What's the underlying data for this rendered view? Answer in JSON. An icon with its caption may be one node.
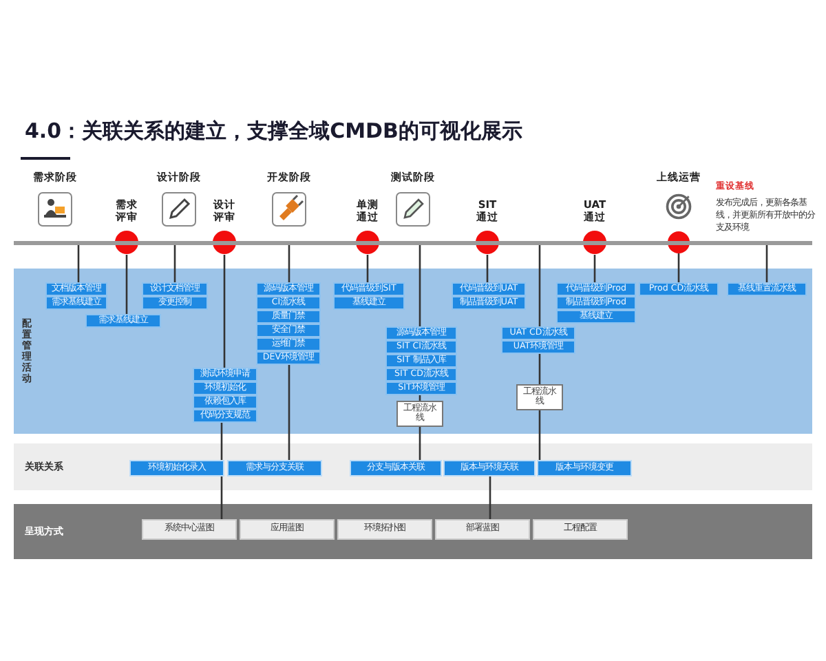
{
  "diagram": {
    "title": "4.0：关联关系的建立，支撑全域CMDB的可视化展示",
    "nodes": [
      {
        "text": [
          "需求阶段"
        ]
      },
      {
        "text": [
          "需求评审"
        ]
      },
      {
        "text": [
          "设计阶段"
        ]
      },
      {
        "text": [
          "设计评审"
        ]
      },
      {
        "text": [
          "开发阶段"
        ]
      },
      {
        "text": [
          "单测通过"
        ]
      },
      {
        "text": [
          "测试阶段"
        ]
      },
      {
        "text": [
          "SIT通过"
        ]
      },
      {
        "text": [
          "UAT通过"
        ]
      },
      {
        "text": [
          "上线运营"
        ]
      },
      {
        "text": [],
        "shape": "circle"
      },
      {
        "text": [],
        "shape": "bar"
      },
      {
        "text": [
          "配置管理活动"
        ]
      },
      {
        "text": [
          "文档版本管理"
        ],
        "in": 12
      },
      {
        "text": [
          "需求基线建立"
        ],
        "in": 12
      },
      {
        "text": [
          "需求基线建立"
        ],
        "in": 12
      },
      {
        "text": [
          "设计文档管理"
        ],
        "in": 12
      },
      {
        "text": [
          "变更控制"
        ],
        "in": 12
      },
      {
        "text": [
          "测试环境申请"
        ],
        "in": 12
      },
      {
        "text": [
          "环境初始化"
        ],
        "in": 12
      },
      {
        "text": [
          "依赖包入库"
        ],
        "in": 12
      },
      {
        "text": [
          "代码分支规范"
        ],
        "in": 12
      },
      {
        "text": [
          "源码版本管理"
        ],
        "in": 12
      },
      {
        "text": [
          "CI流水线"
        ],
        "in": 12
      },
      {
        "text": [
          "质量门禁"
        ],
        "in": 12
      },
      {
        "text": [
          "安全门禁"
        ],
        "in": 12
      },
      {
        "text": [
          "运维门禁"
        ],
        "in": 12
      },
      {
        "text": [
          "DEV环境管理"
        ],
        "in": 12
      },
      {
        "text": [
          "代码晋级到SIT"
        ],
        "in": 12
      },
      {
        "text": [
          "基线建立"
        ],
        "in": 12
      },
      {
        "text": [
          "源码版本管理"
        ],
        "in": 12
      },
      {
        "text": [
          "SIT CI流水线"
        ],
        "in": 12
      },
      {
        "text": [
          "SIT 制品入库"
        ],
        "in": 12
      },
      {
        "text": [
          "SIT CD流水线"
        ],
        "in": 12
      },
      {
        "text": [
          "SIT环境管理"
        ],
        "in": 12
      },
      {
        "text": [
          "工程流水线"
        ],
        "in": 12
      },
      {
        "text": [
          "代码晋级到UAT"
        ],
        "in": 12
      },
      {
        "text": [
          "制品晋级到UAT"
        ],
        "in": 12
      },
      {
        "text": [
          "UAT CD流水线"
        ],
        "in": 12
      },
      {
        "text": [
          "UAT环境管理"
        ],
        "in": 12
      },
      {
        "text": [
          "工程流水线"
        ],
        "in": 12
      },
      {
        "text": [
          "代码晋级到Prod"
        ],
        "in": 12
      },
      {
        "text": [
          "制品晋级到Prod"
        ],
        "in": 12
      },
      {
        "text": [
          "基线建立"
        ],
        "in": 12
      },
      {
        "text": [
          "Prod CD流水线"
        ],
        "in": 12
      },
      {
        "text": [
          "基线重置流水线"
        ],
        "in": 12
      },
      {
        "text": [
          "关联关系"
        ]
      },
      {
        "text": [
          "环境初始化录入"
        ],
        "in": 46
      },
      {
        "text": [
          "需求与分支关联"
        ],
        "in": 46
      },
      {
        "text": [
          "分支与版本关联"
        ],
        "in": 46
      },
      {
        "text": [
          "版本与环境关联"
        ],
        "in": 46
      },
      {
        "text": [
          "版本与环境变更"
        ],
        "in": 46
      },
      {
        "text": [
          "呈现方式"
        ]
      },
      {
        "text": [
          "系统中心蓝图"
        ],
        "in": 52
      },
      {
        "text": [
          "应用蓝图"
        ],
        "in": 52
      },
      {
        "text": [
          "环境拓扑图"
        ],
        "in": 52
      },
      {
        "text": [
          "部署蓝图"
        ],
        "in": 52
      },
      {
        "text": [
          "工程配置"
        ],
        "in": 52
      }
    ],
    "edges": [
      {
        "from": 11,
        "to": 13,
        "arrow": "none"
      },
      {
        "from": 1,
        "to": 15,
        "arrow": "none"
      },
      {
        "from": 11,
        "to": 16,
        "arrow": "none"
      },
      {
        "from": 3,
        "to": 18,
        "arrow": "none"
      },
      {
        "from": 11,
        "to": 22,
        "arrow": "none"
      },
      {
        "from": 5,
        "to": 28,
        "arrow": "none"
      },
      {
        "from": 11,
        "to": 30,
        "arrow": "none"
      },
      {
        "from": 7,
        "to": 36,
        "arrow": "none"
      },
      {
        "from": 11,
        "to": 38,
        "arrow": "none"
      },
      {
        "from": 8,
        "to": 41,
        "arrow": "none"
      },
      {
        "from": 10,
        "to": 44,
        "arrow": "none"
      },
      {
        "from": 11,
        "to": 45,
        "arrow": "none"
      },
      {
        "from": 21,
        "to": 47,
        "arrow": "none"
      },
      {
        "from": 47,
        "to": 53,
        "arrow": "none"
      },
      {
        "from": 27,
        "to": 48,
        "arrow": "none"
      },
      {
        "from": 34,
        "to": 35,
        "arrow": "none"
      },
      {
        "from": 35,
        "to": 49,
        "arrow": "none"
      },
      {
        "from": 39,
        "to": 40,
        "arrow": "none"
      },
      {
        "from": 40,
        "to": 51,
        "arrow": "none"
      },
      {
        "from": 50,
        "to": 56,
        "arrow": "none"
      }
    ],
    "labels": [
      "重设基线",
      "发布完成后，更新各条基线，并更新所有开放中的分支及环境"
    ]
  }
}
